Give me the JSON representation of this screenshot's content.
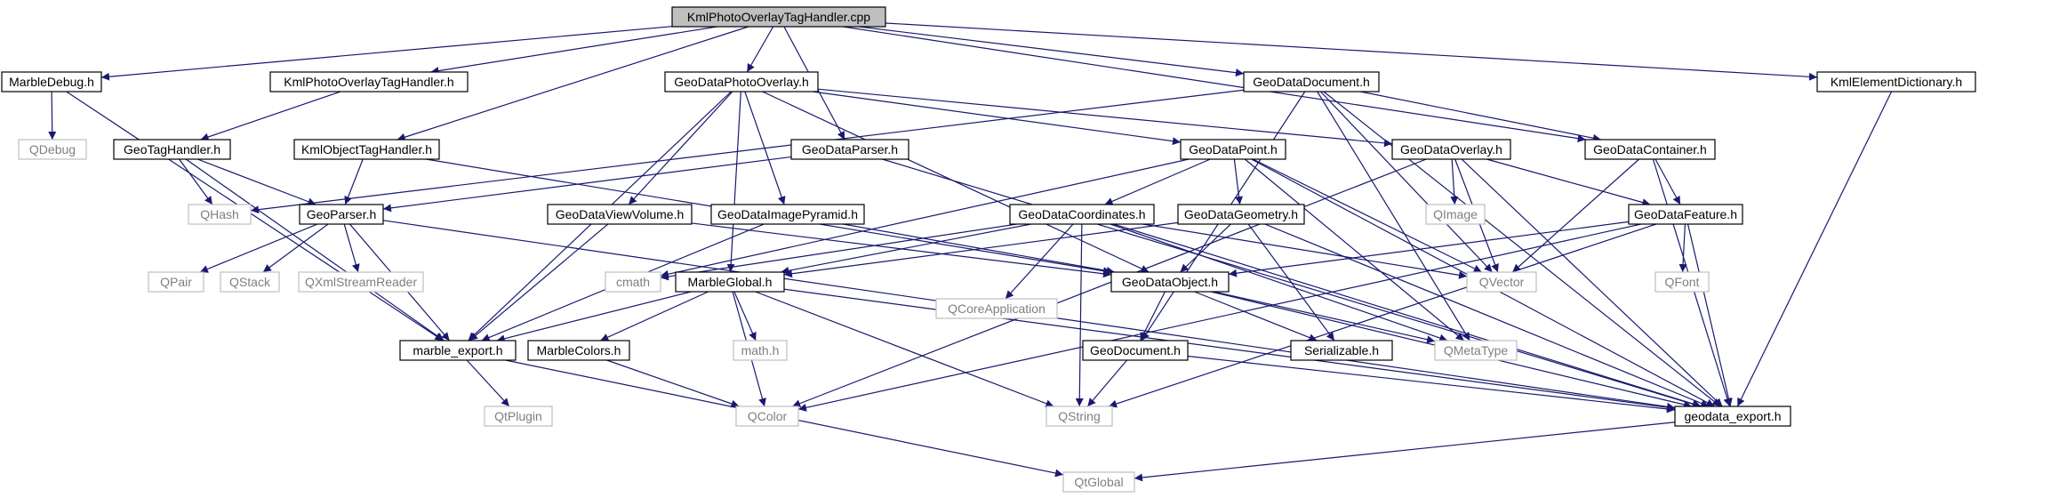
{
  "colors": {
    "edge": "#191970",
    "node_border": "#000000",
    "system_border": "#bfbfbf",
    "system_text": "#7f7f7f",
    "root_fill": "#bfbfbf"
  },
  "nodes": [
    {
      "id": "root",
      "label": "KmlPhotoOverlayTagHandler.cpp",
      "kind": "root"
    },
    {
      "id": "marbledebug",
      "label": "MarbleDebug.h",
      "kind": "header"
    },
    {
      "id": "kmlphotooverlaytaghandler_h",
      "label": "KmlPhotoOverlayTagHandler.h",
      "kind": "header"
    },
    {
      "id": "geodataphotooverlay",
      "label": "GeoDataPhotoOverlay.h",
      "kind": "header"
    },
    {
      "id": "geodatadocument",
      "label": "GeoDataDocument.h",
      "kind": "header"
    },
    {
      "id": "kmlelementdictionary",
      "label": "KmlElementDictionary.h",
      "kind": "header"
    },
    {
      "id": "qdebug",
      "label": "QDebug",
      "kind": "system"
    },
    {
      "id": "geotaghandler",
      "label": "GeoTagHandler.h",
      "kind": "header"
    },
    {
      "id": "kmlobjecttaghandler",
      "label": "KmlObjectTagHandler.h",
      "kind": "header"
    },
    {
      "id": "geodataparser",
      "label": "GeoDataParser.h",
      "kind": "header"
    },
    {
      "id": "geodatapoint",
      "label": "GeoDataPoint.h",
      "kind": "header"
    },
    {
      "id": "geodataoverlay",
      "label": "GeoDataOverlay.h",
      "kind": "header"
    },
    {
      "id": "geodatacontainer",
      "label": "GeoDataContainer.h",
      "kind": "header"
    },
    {
      "id": "qhash",
      "label": "QHash",
      "kind": "system"
    },
    {
      "id": "geoparser",
      "label": "GeoParser.h",
      "kind": "header"
    },
    {
      "id": "geodataviewvolume",
      "label": "GeoDataViewVolume.h",
      "kind": "header"
    },
    {
      "id": "geodataimagepyramid",
      "label": "GeoDataImagePyramid.h",
      "kind": "header"
    },
    {
      "id": "geodatacoordinates",
      "label": "GeoDataCoordinates.h",
      "kind": "header"
    },
    {
      "id": "geodatageometry",
      "label": "GeoDataGeometry.h",
      "kind": "header"
    },
    {
      "id": "qimage",
      "label": "QImage",
      "kind": "system"
    },
    {
      "id": "geodatafeature",
      "label": "GeoDataFeature.h",
      "kind": "header"
    },
    {
      "id": "qpair",
      "label": "QPair",
      "kind": "system"
    },
    {
      "id": "qstack",
      "label": "QStack",
      "kind": "system"
    },
    {
      "id": "qxmlstreamreader",
      "label": "QXmlStreamReader",
      "kind": "system"
    },
    {
      "id": "cmath",
      "label": "cmath",
      "kind": "system"
    },
    {
      "id": "marbleglobal",
      "label": "MarbleGlobal.h",
      "kind": "header"
    },
    {
      "id": "qcoreapplication",
      "label": "QCoreApplication",
      "kind": "system"
    },
    {
      "id": "geodataobject",
      "label": "GeoDataObject.h",
      "kind": "header"
    },
    {
      "id": "qvector",
      "label": "QVector",
      "kind": "system"
    },
    {
      "id": "qfont",
      "label": "QFont",
      "kind": "system"
    },
    {
      "id": "marble_export",
      "label": "marble_export.h",
      "kind": "header"
    },
    {
      "id": "marblecolors",
      "label": "MarbleColors.h",
      "kind": "header"
    },
    {
      "id": "math_h",
      "label": "math.h",
      "kind": "system"
    },
    {
      "id": "geodocument",
      "label": "GeoDocument.h",
      "kind": "header"
    },
    {
      "id": "serializable",
      "label": "Serializable.h",
      "kind": "header"
    },
    {
      "id": "qmetatype",
      "label": "QMetaType",
      "kind": "system"
    },
    {
      "id": "qplugin",
      "label": "QtPlugin",
      "kind": "system"
    },
    {
      "id": "qcolor",
      "label": "QColor",
      "kind": "system"
    },
    {
      "id": "qstring",
      "label": "QString",
      "kind": "system"
    },
    {
      "id": "geodata_export",
      "label": "geodata_export.h",
      "kind": "header"
    },
    {
      "id": "qtglobal",
      "label": "QtGlobal",
      "kind": "system"
    }
  ],
  "edges": [
    [
      "root",
      "marbledebug"
    ],
    [
      "root",
      "kmlphotooverlaytaghandler_h"
    ],
    [
      "root",
      "geodataphotooverlay"
    ],
    [
      "root",
      "kmlobjecttaghandler"
    ],
    [
      "root",
      "geodataparser"
    ],
    [
      "root",
      "geodatadocument"
    ],
    [
      "root",
      "geodatacontainer"
    ],
    [
      "root",
      "kmlelementdictionary"
    ],
    [
      "marbledebug",
      "qdebug"
    ],
    [
      "marbledebug",
      "marble_export"
    ],
    [
      "kmlphotooverlaytaghandler_h",
      "geotaghandler"
    ],
    [
      "geotaghandler",
      "qhash"
    ],
    [
      "geotaghandler",
      "geoparser"
    ],
    [
      "geotaghandler",
      "marble_export"
    ],
    [
      "kmlobjecttaghandler",
      "geoparser"
    ],
    [
      "kmlobjecttaghandler",
      "geodataobject"
    ],
    [
      "geodataparser",
      "geoparser"
    ],
    [
      "geodataparser",
      "geodata_export"
    ],
    [
      "geoparser",
      "qpair"
    ],
    [
      "geoparser",
      "qstack"
    ],
    [
      "geoparser",
      "qxmlstreamreader"
    ],
    [
      "geoparser",
      "marble_export"
    ],
    [
      "geoparser",
      "geodata_export"
    ],
    [
      "geodataphotooverlay",
      "geodataviewvolume"
    ],
    [
      "geodataphotooverlay",
      "geodataimagepyramid"
    ],
    [
      "geodataphotooverlay",
      "geodatapoint"
    ],
    [
      "geodataphotooverlay",
      "geodataoverlay"
    ],
    [
      "geodataphotooverlay",
      "marble_export"
    ],
    [
      "geodataphotooverlay",
      "geodataobject"
    ],
    [
      "geodataphotooverlay",
      "marbleglobal"
    ],
    [
      "geodataviewvolume",
      "geodataobject"
    ],
    [
      "geodataviewvolume",
      "marble_export"
    ],
    [
      "geodataimagepyramid",
      "geodataobject"
    ],
    [
      "geodataimagepyramid",
      "marble_export"
    ],
    [
      "geodatadocument",
      "geodatacontainer"
    ],
    [
      "geodatadocument",
      "qhash"
    ],
    [
      "geodatadocument",
      "qvector"
    ],
    [
      "geodatadocument",
      "geodocument"
    ],
    [
      "geodatadocument",
      "qmetatype"
    ],
    [
      "geodatadocument",
      "geodata_export"
    ],
    [
      "geodatacontainer",
      "geodatafeature"
    ],
    [
      "geodatacontainer",
      "qvector"
    ],
    [
      "geodatacontainer",
      "geodata_export"
    ],
    [
      "kmlelementdictionary",
      "geodata_export"
    ],
    [
      "geodatapoint",
      "geodatacoordinates"
    ],
    [
      "geodatapoint",
      "geodatageometry"
    ],
    [
      "geodatapoint",
      "cmath"
    ],
    [
      "geodatapoint",
      "qvector"
    ],
    [
      "geodatapoint",
      "qmetatype"
    ],
    [
      "geodatapoint",
      "geodata_export"
    ],
    [
      "geodataoverlay",
      "qimage"
    ],
    [
      "geodataoverlay",
      "geodatafeature"
    ],
    [
      "geodataoverlay",
      "qvector"
    ],
    [
      "geodataoverlay",
      "qcolor"
    ],
    [
      "geodataoverlay",
      "geodata_export"
    ],
    [
      "geodatacoordinates",
      "cmath"
    ],
    [
      "geodatacoordinates",
      "qcoreapplication"
    ],
    [
      "geodatacoordinates",
      "marbleglobal"
    ],
    [
      "geodatacoordinates",
      "qvector"
    ],
    [
      "geodatacoordinates",
      "qmetatype"
    ],
    [
      "geodatacoordinates",
      "qstring"
    ],
    [
      "geodatacoordinates",
      "geodata_export"
    ],
    [
      "geodatageometry",
      "geodataobject"
    ],
    [
      "geodatageometry",
      "marbleglobal"
    ],
    [
      "geodatageometry",
      "serializable"
    ],
    [
      "geodatageometry",
      "geodata_export"
    ],
    [
      "geodatafeature",
      "geodataobject"
    ],
    [
      "geodatafeature",
      "qfont"
    ],
    [
      "geodatafeature",
      "qcolor"
    ],
    [
      "geodatafeature",
      "qstring"
    ],
    [
      "geodatafeature",
      "geodata_export"
    ],
    [
      "marbleglobal",
      "marble_export"
    ],
    [
      "marbleglobal",
      "marblecolors"
    ],
    [
      "marbleglobal",
      "math_h"
    ],
    [
      "marbleglobal",
      "qcolor"
    ],
    [
      "marbleglobal",
      "qstring"
    ],
    [
      "marbleglobal",
      "geodata_export"
    ],
    [
      "marblecolors",
      "qcolor"
    ],
    [
      "geodataobject",
      "geodocument"
    ],
    [
      "geodataobject",
      "serializable"
    ],
    [
      "geodataobject",
      "qmetatype"
    ],
    [
      "geodataobject",
      "geodata_export"
    ],
    [
      "geodocument",
      "qstring"
    ],
    [
      "geodocument",
      "geodata_export"
    ],
    [
      "marble_export",
      "qplugin"
    ],
    [
      "marble_export",
      "qtglobal"
    ],
    [
      "geodata_export",
      "qtglobal"
    ]
  ]
}
